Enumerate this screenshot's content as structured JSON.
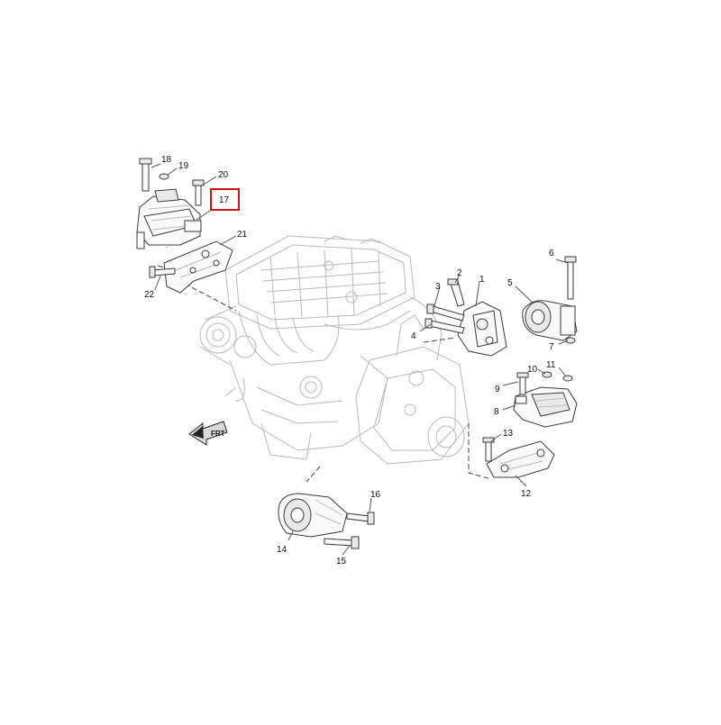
{
  "labels": {
    "c1": "1",
    "c2": "2",
    "c3": "3",
    "c4": "4",
    "c5": "5",
    "c6": "6",
    "c7": "7",
    "c8": "8",
    "c9": "9",
    "c10": "10",
    "c11": "11",
    "c12": "12",
    "c13": "13",
    "c14": "14",
    "c15": "15",
    "c16": "16",
    "c17": "17",
    "c18": "18",
    "c19": "19",
    "c20": "20",
    "c21": "21",
    "c22": "22"
  },
  "highlight": {
    "callout": "17",
    "color": "#d0121b"
  },
  "frt_arrow": {
    "label": "FRT"
  }
}
